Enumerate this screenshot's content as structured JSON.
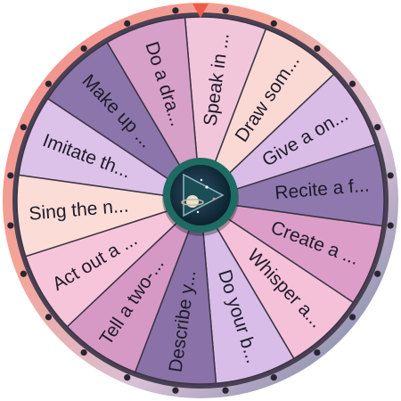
{
  "wheel": {
    "segments": [
      {
        "label": "Speak in ...",
        "color": "#f2c6da"
      },
      {
        "label": "Draw som...",
        "color": "#fad9d4"
      },
      {
        "label": "Give a on...",
        "color": "#d9bde6"
      },
      {
        "label": "Recite a f...",
        "color": "#8f78ad"
      },
      {
        "label": "Create a ...",
        "color": "#dc9ec8"
      },
      {
        "label": "Whisper a...",
        "color": "#f5c1d9"
      },
      {
        "label": "Do your b...",
        "color": "#d7bde8"
      },
      {
        "label": "Describe y...",
        "color": "#8a72a8"
      },
      {
        "label": "Tell a two-...",
        "color": "#d699c6"
      },
      {
        "label": "Act out a ...",
        "color": "#f7c5d9"
      },
      {
        "label": "Sing the n...",
        "color": "#fbdcd6"
      },
      {
        "label": "Imitate th...",
        "color": "#dcc1e8"
      },
      {
        "label": "Make up ...",
        "color": "#8c75aa"
      },
      {
        "label": "Do a dra...",
        "color": "#d7a0c8"
      }
    ],
    "rim_colors": [
      "#f08a8c",
      "#f3a596",
      "#d8c0d6",
      "#6c7da0"
    ],
    "pointer_color": "#ee5a4a",
    "hub_icon": "space-planet-play-icon",
    "hub_colors": {
      "ring": "#1d6b63",
      "inner": "#0f2d3a",
      "play": "#1b4d57"
    }
  }
}
